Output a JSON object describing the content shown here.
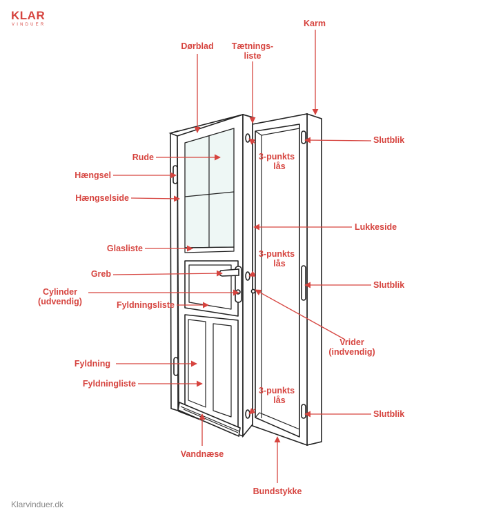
{
  "brand": {
    "name": "KLAR",
    "sub": "VINDUER"
  },
  "footer": {
    "site": "Klarvinduer.dk"
  },
  "labels": {
    "karm": "Karm",
    "dorblad": "Dørblad",
    "taetning1": "Tætnings-",
    "taetning2": "liste",
    "rude": "Rude",
    "haengsel": "Hængsel",
    "haengselside": "Hængselside",
    "glasliste": "Glasliste",
    "greb": "Greb",
    "cylinder1": "Cylinder",
    "cylinder2": "(udvendig)",
    "fyldningsliste": "Fyldningsliste",
    "fyldning": "Fyldning",
    "fyldningliste": "Fyldningliste",
    "vandnaese": "Vandnæse",
    "bundstykke": "Bundstykke",
    "slutblik_top": "Slutblik",
    "slutblik_mid": "Slutblik",
    "slutblik_bot": "Slutblik",
    "lukkeside": "Lukkeside",
    "lock_top1": "3-punkts",
    "lock_top2": "lås",
    "lock_mid1": "3-punkts",
    "lock_mid2": "lås",
    "lock_bot1": "3-punkts",
    "lock_bot2": "lås",
    "vrider1": "Vrider",
    "vrider2": "(indvendig)"
  },
  "colors": {
    "accent": "#d6443f",
    "line": "#222222",
    "glass": "#eef7f5"
  }
}
